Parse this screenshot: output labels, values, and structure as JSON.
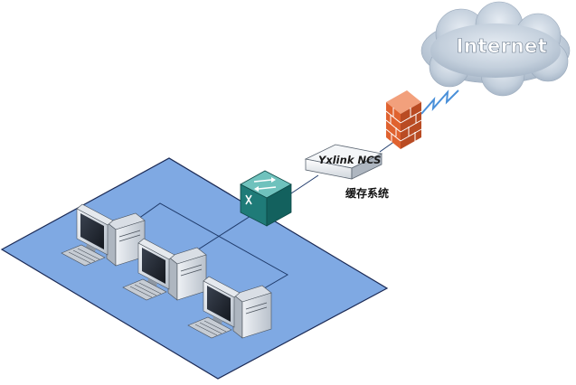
{
  "internet": {
    "label": "Internet",
    "icon": "cloud-icon"
  },
  "firewall": {
    "icon": "firewall-icon"
  },
  "cache_device": {
    "label": "Yxlink NCS",
    "caption": "缓存系统",
    "icon": "server-appliance-icon"
  },
  "switch": {
    "icon": "switch-icon"
  },
  "workstations": [
    {
      "icon": "workstation-icon"
    },
    {
      "icon": "workstation-icon"
    },
    {
      "icon": "workstation-icon"
    }
  ],
  "colors": {
    "lan_floor": "#7fa9e3",
    "lan_border": "#1b2a55",
    "cable": "#1f3b6b",
    "switch_teal": "#1f7b78",
    "firewall_brick": "#e0622f",
    "cloud": "#c8d2de",
    "lightning": "#4a90d9"
  }
}
